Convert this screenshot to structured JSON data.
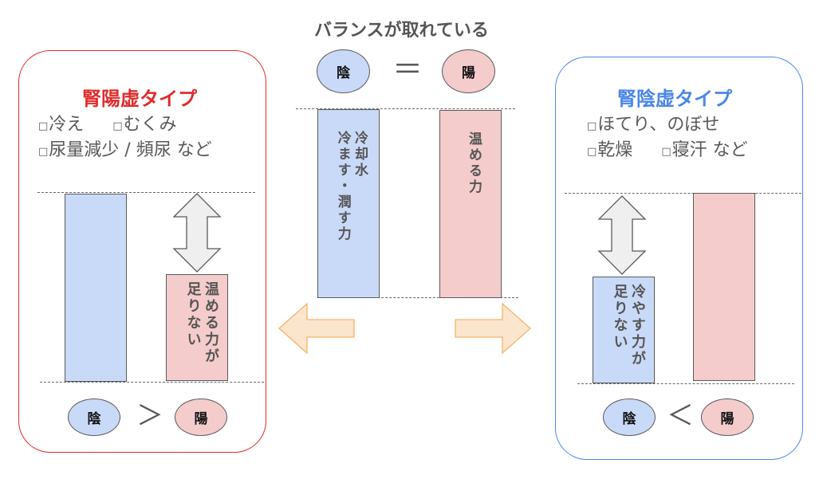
{
  "top": {
    "title": "バランスが取れている",
    "yin_label": "陰",
    "yang_label": "陽",
    "relation": "＝",
    "yin_bar_text": "冷却水\n冷ます・潤す力",
    "yang_bar_text": "温める力"
  },
  "left_panel": {
    "title": "腎陽虚タイプ",
    "title_color": "#e02b2b",
    "symptoms_line1": [
      "冷え",
      "むくみ"
    ],
    "symptoms_line2": [
      "尿量減少 / 頻尿 など"
    ],
    "short_bar_text": "温める力が\n足りない",
    "yin_label": "陰",
    "yang_label": "陽",
    "relation": "＞"
  },
  "right_panel": {
    "title": "腎陰虚タイプ",
    "title_color": "#4a86e8",
    "symptoms_line1": [
      "ほてり、のぼせ"
    ],
    "symptoms_line2": [
      "乾燥",
      "寝汗 など"
    ],
    "short_bar_text": "冷やす力が\n足りない",
    "yin_label": "陰",
    "yang_label": "陽",
    "relation": "＜"
  },
  "colors": {
    "yin": "#c9daf8",
    "yang": "#f4cccc",
    "arrow_orange": "#fce5cd",
    "arrow_border": "#f6b26b"
  }
}
